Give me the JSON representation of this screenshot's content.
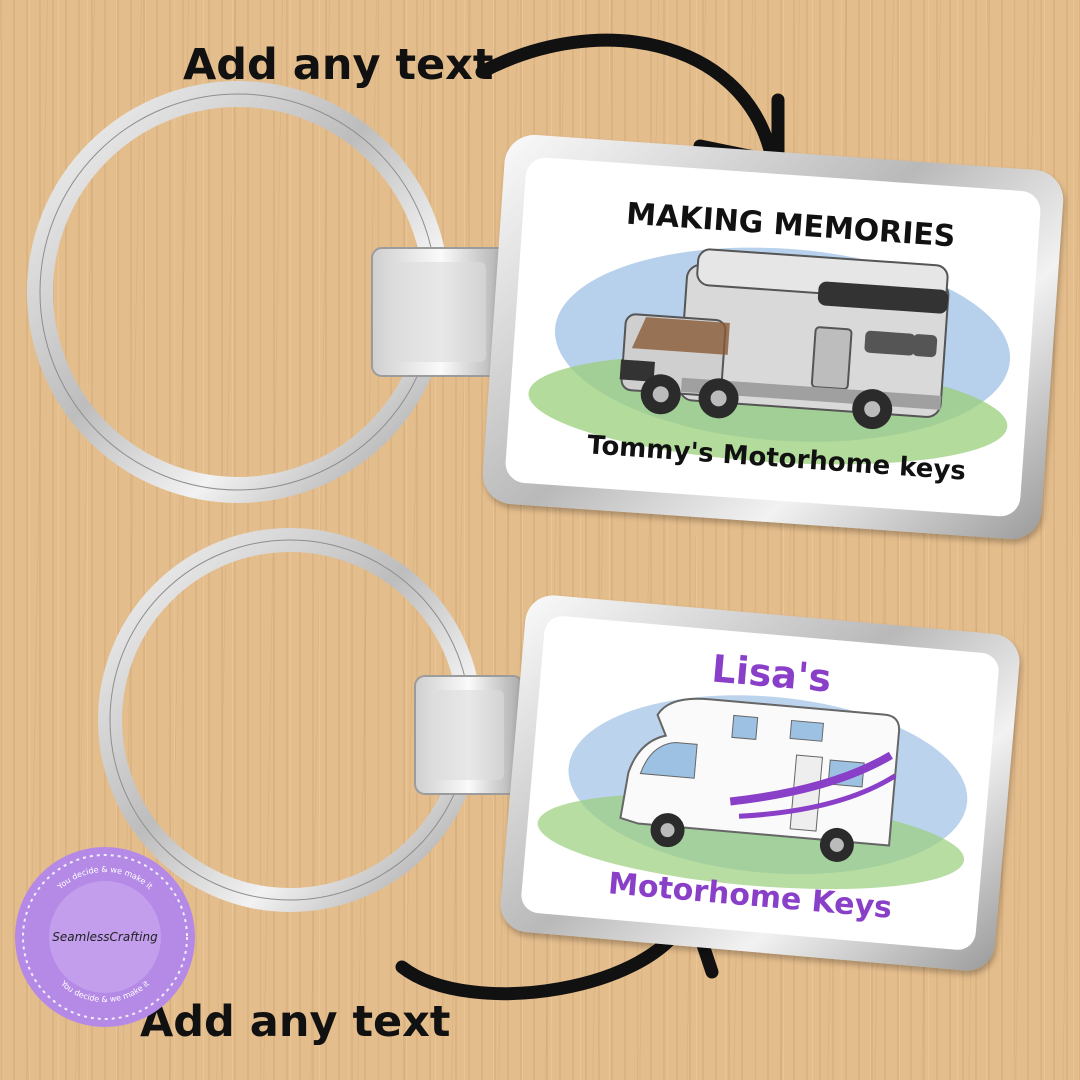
{
  "captions": {
    "top": "Add any text",
    "bottom": "Add any text"
  },
  "keyring_top": {
    "heading": "MAKING MEMORIES",
    "caption": "Tommy's Motorhome keys"
  },
  "keyring_bottom": {
    "heading": "Lisa's",
    "caption": "Motorhome Keys"
  },
  "logo": {
    "brand": "SeamlessCrafting",
    "motto": "You decide & we make it"
  },
  "colors": {
    "accent_purple": "#8a3fc8",
    "logo_purple": "#b48ae6",
    "wood": "#e4bd8c"
  },
  "icons": [
    "curved-arrow-icon",
    "motorhome-icon",
    "key-ring-icon",
    "brand-logo-icon"
  ]
}
